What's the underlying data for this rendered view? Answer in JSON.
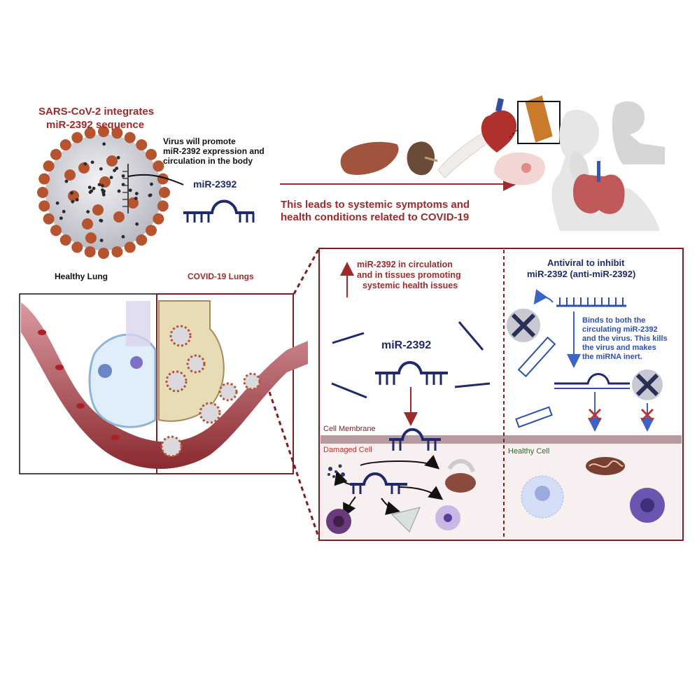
{
  "header": {
    "title_line1": "SARS-CoV-2 integrates",
    "title_line2": "miR-2392 sequence",
    "promote_line1": "Virus will promote",
    "promote_line2": "miR-2392 expression and",
    "promote_line3": "circulation in the body",
    "mirna_label": "miR-2392",
    "systemic_line1": "This leads to systemic symptoms and",
    "systemic_line2": "health conditions related to COVID-19"
  },
  "lungs": {
    "healthy_label": "Healthy Lung",
    "covid_label": "COVID-19 Lungs"
  },
  "panel_left": {
    "circ_line1": "miR-2392 in circulation",
    "circ_line2": "and in tissues promoting",
    "circ_line3": "systemic health issues",
    "center_label": "miR-2392",
    "membrane_label": "Cell Membrane",
    "damaged_label": "Damaged Cell"
  },
  "panel_right": {
    "title_line1": "Antiviral to inhibit",
    "title_line2": "miR-2392 (anti-miR-2392)",
    "binds_line1": "Binds to both the",
    "binds_line2": "circulating miR-2392",
    "binds_line3": "and the virus. This kills",
    "binds_line4": "the virus and makes",
    "binds_line5": "the miRNA inert.",
    "healthy_label": "Healthy Cell"
  },
  "colors": {
    "dark_red": "#9e2a2b",
    "navy": "#1f2a6e",
    "blue": "#2d4fb0",
    "virus": "#b5542f",
    "membrane": "#a9828a"
  }
}
